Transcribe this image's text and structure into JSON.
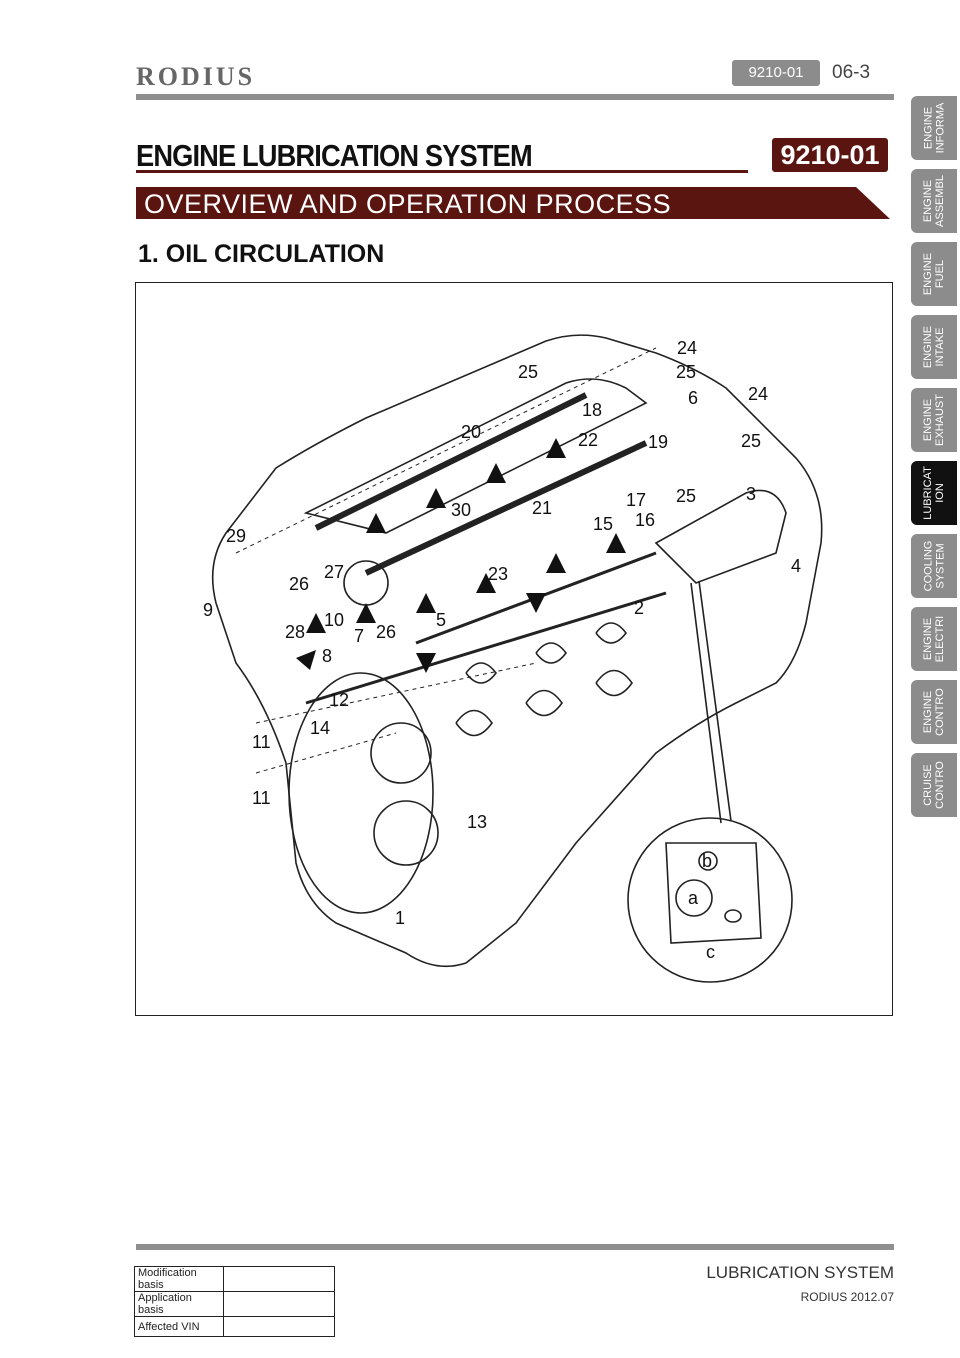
{
  "header": {
    "logo_text": "RODIUS",
    "section_code": "9210-01",
    "page_number": "06-3"
  },
  "title": {
    "main": "ENGINE LUBRICATION SYSTEM",
    "badge": "9210-01",
    "section": "OVERVIEW AND OPERATION PROCESS",
    "subheading": "1. OIL CIRCULATION"
  },
  "figure": {
    "callouts": [
      "24",
      "25",
      "25",
      "6",
      "24",
      "20",
      "18",
      "22",
      "19",
      "25",
      "25",
      "30",
      "21",
      "17",
      "3",
      "29",
      "16",
      "15",
      "27",
      "23",
      "26",
      "4",
      "9",
      "10",
      "5",
      "2",
      "28",
      "7",
      "26",
      "8",
      "12",
      "14",
      "11",
      "11",
      "13",
      "1",
      "b",
      "a",
      "c"
    ]
  },
  "side_tabs": [
    {
      "label": "ENGINE\nINFORMA",
      "active": false
    },
    {
      "label": "ENGINE\nASSEMBL",
      "active": false
    },
    {
      "label": "ENGINE\nFUEL",
      "active": false
    },
    {
      "label": "ENGINE\nINTAKE",
      "active": false
    },
    {
      "label": "ENGINE\nEXHAUST",
      "active": false
    },
    {
      "label": "LUBRICAT\nION",
      "active": true
    },
    {
      "label": "COOLING\nSYSTEM",
      "active": false
    },
    {
      "label": "ENGINE\nELECTRI",
      "active": false
    },
    {
      "label": "ENGINE\nCONTRO",
      "active": false
    },
    {
      "label": "CRUISE\nCONTRO",
      "active": false
    }
  ],
  "footer": {
    "title": "LUBRICATION SYSTEM",
    "subtitle": "RODIUS 2012.07",
    "table": [
      {
        "label": "Modification basis",
        "value": ""
      },
      {
        "label": "Application basis",
        "value": ""
      },
      {
        "label": "Affected VIN",
        "value": ""
      }
    ]
  },
  "colors": {
    "accent": "#5b1510",
    "tab_gray": "#8c8c8c",
    "tab_active": "#111111"
  }
}
